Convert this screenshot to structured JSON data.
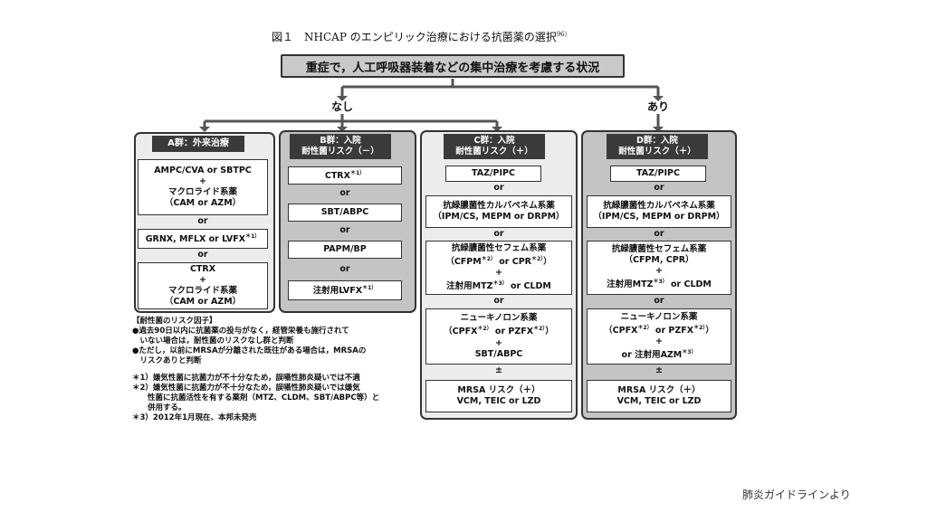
{
  "figure_title": "図１　NHCAP のエンピリック治療における抗菌薬の選択",
  "figure_ref": "96）",
  "top_question": "重症で，人工呼吸器装着などの集中治療を考慮する状況",
  "branch_no": "なし",
  "branch_yes": "あり",
  "groups": {
    "a": {
      "header": "A群：外来治療",
      "box1": [
        "AMPC/CVA or SBTPC",
        "+",
        "マクロライド系薬",
        "（CAM or AZM）"
      ],
      "or1": "or",
      "box2": "GRNX, MFLX or LVFX",
      "box2_ref": "＊1）",
      "or2": "or",
      "box3": [
        "CTRX",
        "+",
        "マクロライド系薬",
        "（CAM or AZM）"
      ]
    },
    "b": {
      "header": [
        "B群：入院",
        "耐性菌リスク（－）"
      ],
      "box1": "CTRX",
      "box1_ref": "＊1）",
      "or1": "or",
      "box2": "SBT/ABPC",
      "or2": "or",
      "box3": "PAPM/BP",
      "or3": "or",
      "box4": "注射用LVFX",
      "box4_ref": "＊1）"
    },
    "c": {
      "header": [
        "C群：入院",
        "耐性菌リスク（＋）"
      ],
      "box1": "TAZ/PIPC",
      "or1": "or",
      "box2": [
        "抗緑膿菌性カルバペネム系薬",
        "（IPM/CS, MEPM or DRPM）"
      ],
      "or2": "or",
      "box3_l1": "抗緑膿菌性セフェム系薬",
      "box3_l2a": "（CFPM",
      "box3_r1": "＊2）",
      "box3_l2b": " or CPR",
      "box3_r2": "＊2）",
      "box3_l2c": "）",
      "box3_plus": "+",
      "box3_l4a": "注射用MTZ",
      "box3_r3": "＊3）",
      "box3_l4b": " or CLDM",
      "or3": "or",
      "box4_l1": "ニューキノロン系薬",
      "box4_l2a": "（CPFX",
      "box4_r1": "＊2）",
      "box4_l2b": " or PZFX",
      "box4_r2": "＊2）",
      "box4_l2c": "）",
      "box4_plus": "+",
      "box4_l4": "SBT/ABPC",
      "pm": "±",
      "box5": [
        "MRSA リスク（＋）",
        "VCM, TEIC or LZD"
      ]
    },
    "d": {
      "header": [
        "D群：入院",
        "耐性菌リスク（＋）"
      ],
      "box1": "TAZ/PIPC",
      "or1": "or",
      "box2": [
        "抗緑膿菌性カルバペネム系薬",
        "（IPM/CS, MEPM or DRPM）"
      ],
      "or2": "or",
      "box3_l1": "抗緑膿菌性セフェム系薬",
      "box3_l2": "（CFPM, CPR）",
      "box3_plus": "+",
      "box3_l4a": "注射用MTZ",
      "box3_r1": "＊3）",
      "box3_l4b": " or CLDM",
      "or3": "or",
      "box4_l1": "ニューキノロン系薬",
      "box4_l2a": "（CPFX",
      "box4_r1": "＊2）",
      "box4_l2b": " or PZFX",
      "box4_r2": "＊2）",
      "box4_l2c": "）",
      "box4_plus": "+",
      "box4_l4a": "or 注射用AZM",
      "box4_r3": "＊3）",
      "pm": "±",
      "box5": [
        "MRSA リスク（＋）",
        "VCM, TEIC or LZD"
      ]
    }
  },
  "notes": {
    "heading": "【耐性菌のリスク因子】",
    "bullet1": [
      "●過去90日以内に抗菌薬の投与がなく，経管栄養も施行されて",
      "　いない場合は，耐性菌のリスクなし群と判断"
    ],
    "bullet2": [
      "●ただし，以前にMRSAが分離された既往がある場合は，MRSAの",
      "　リスクありと判断"
    ],
    "fn1": "＊1）嫌気性菌に抗菌力が不十分なため，誤嚥性肺炎疑いでは不適",
    "fn2": [
      "＊2）嫌気性菌に抗菌力が不十分なため，誤嚥性肺炎疑いでは嫌気",
      "　　性菌に抗菌活性を有する薬剤（MTZ、CLDM、SBT/ABPC等）と",
      "　　併用する。"
    ],
    "fn3": "＊3）2012年1月現在、本邦未発売"
  },
  "credit": "肺炎ガイドラインより"
}
